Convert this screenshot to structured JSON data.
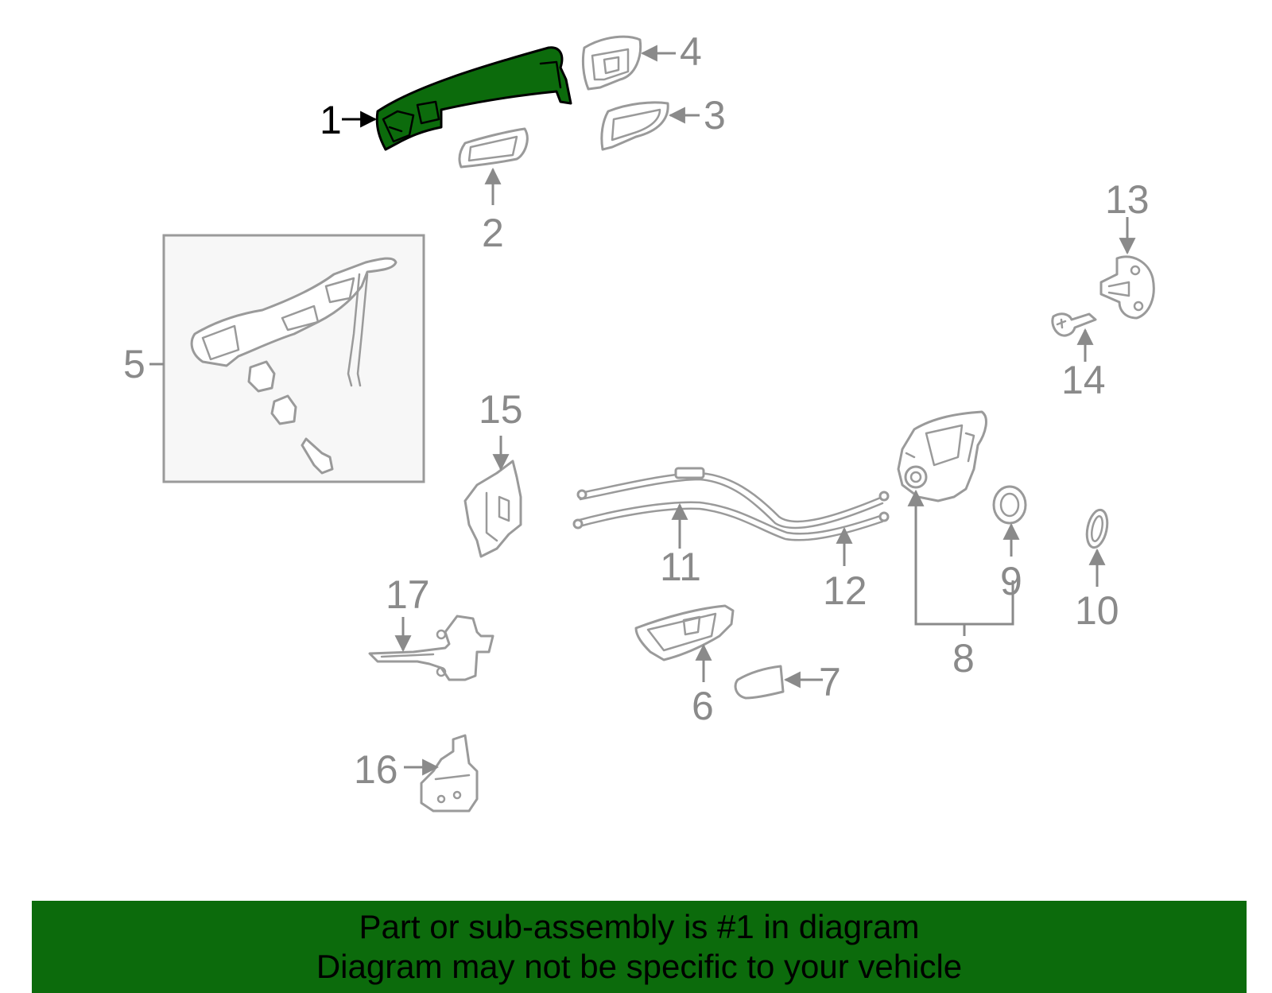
{
  "diagram": {
    "highlighted_part": "1",
    "highlight_color": "#0c6b0c",
    "callouts": [
      "1",
      "2",
      "3",
      "4",
      "5",
      "6",
      "7",
      "8",
      "9",
      "10",
      "11",
      "12",
      "13",
      "14",
      "15",
      "16",
      "17"
    ]
  },
  "banner": {
    "line1": "Part or sub-assembly is #1 in diagram",
    "line2": "Diagram may not be specific to your vehicle",
    "background": "#0c6b0c"
  }
}
